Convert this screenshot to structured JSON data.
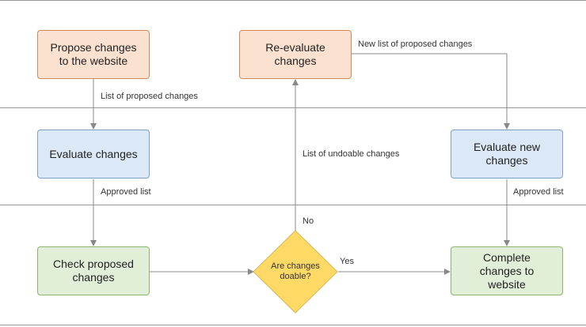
{
  "nodes": {
    "propose": "Propose changes\nto the website",
    "reevaluate": "Re-evaluate\nchanges",
    "evaluate": "Evaluate changes",
    "evaluate_new": "Evaluate new\nchanges",
    "check": "Check proposed\nchanges",
    "decision": "Are changes\ndoable?",
    "complete": "Complete\nchanges to\nwebsite"
  },
  "edge_labels": {
    "proposed_list": "List of proposed changes",
    "new_proposed_list": "New list of proposed changes",
    "undoable_list": "List of undoable changes",
    "approved_left": "Approved list",
    "approved_right": "Approved list",
    "no": "No",
    "yes": "Yes"
  },
  "colors": {
    "orange_fill": "#fbe1d0",
    "blue_fill": "#dbe8f5",
    "green_fill": "#e2efd8",
    "diamond_fill": "#ffd966",
    "lines": "#888888"
  }
}
